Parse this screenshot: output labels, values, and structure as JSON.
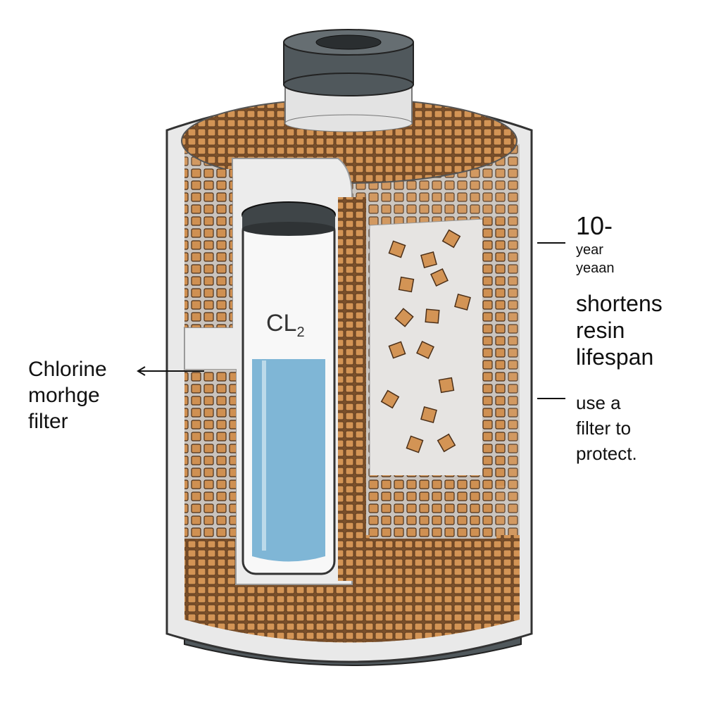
{
  "labels": {
    "left": [
      "Chlorine",
      "morhge",
      "filter"
    ],
    "tube": {
      "main": "CL",
      "sub": "2"
    },
    "right_top": {
      "main": "10-",
      "sub_lines": [
        "year",
        "yeaan"
      ]
    },
    "right_middle": [
      "shortens",
      "resin",
      "lifespan"
    ],
    "right_bottom": [
      "use a",
      "filter to",
      "protect."
    ]
  },
  "colors": {
    "resin": "#c98a4b",
    "resin_edge": "#6b4424",
    "liquid": "#7fb6d6",
    "cap": "#4b5256",
    "shell": "#e4e4e4"
  }
}
